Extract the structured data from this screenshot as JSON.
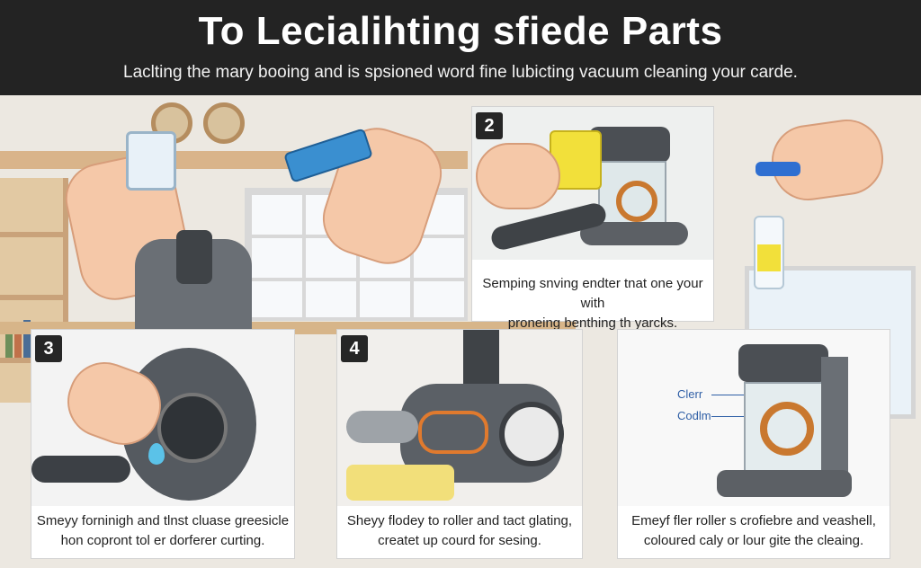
{
  "header": {
    "title": "To Lecialihting sfiede Parts",
    "subtitle": "Laclting the mary booing and is spsioned word fine lubicting vacuum cleaning your carde."
  },
  "panels": [
    {
      "number": "2",
      "caption_lines": [
        "Semping snving endter tnat one your with",
        "proneing benthing th yarcks."
      ]
    },
    {
      "number": "3",
      "caption_lines": [
        "Smeyy forninigh and tlnst cluase greesicle",
        "hon copront tol er dorferer curting."
      ]
    },
    {
      "number": "4",
      "caption_lines": [
        "Sheyy flodey to roller and tact glating,",
        "createt up courd for sesing."
      ]
    },
    {
      "number": "",
      "caption_lines": [
        "Emeyf fler roller s crofiebre and veashell,",
        "coloured caly or lour gite the cleaing."
      ],
      "labels": [
        "Clerr",
        "Codlm"
      ]
    }
  ],
  "colors": {
    "header_bg": "#232323",
    "accent_orange": "#e07a2e",
    "accent_blue": "#2f6fd1",
    "bottle_yellow": "#f2e03a"
  }
}
